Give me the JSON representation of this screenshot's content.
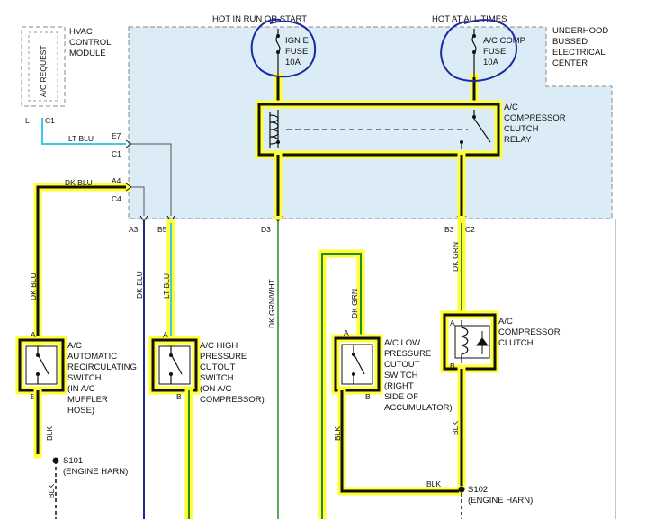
{
  "header": {
    "hot_run_start": "HOT IN RUN OR START",
    "hot_all_times": "HOT AT ALL TIMES"
  },
  "modules": {
    "hvac": {
      "name_lines": [
        "HVAC",
        "CONTROL",
        "MODULE"
      ],
      "ac_request": "A/C REQUEST",
      "pin_l": "L",
      "pin_c1": "C1"
    },
    "ubec": {
      "name_lines": [
        "UNDERHOOD",
        "BUSSED",
        "ELECTRICAL",
        "CENTER"
      ]
    }
  },
  "fuses": [
    {
      "name_lines": [
        "IGN E",
        "FUSE",
        "10A"
      ]
    },
    {
      "name_lines": [
        "A/C COMP",
        "FUSE",
        "10A"
      ]
    }
  ],
  "relay": {
    "name_lines": [
      "A/C",
      "COMPRESSOR",
      "CLUTCH",
      "RELAY"
    ]
  },
  "connectors": {
    "e7": "E7",
    "c1": "C1",
    "a4": "A4",
    "c4": "C4",
    "a3": "A3",
    "b5": "B5",
    "d3": "D3",
    "b3": "B3",
    "c2": "C2"
  },
  "wires": {
    "lt_blu": "LT BLU",
    "dk_blu": "DK BLU",
    "lt_blu_v": "LT BLU",
    "dk_grn_wht": "DK GRN/WHT",
    "dk_grn": "DK GRN",
    "blk": "BLK"
  },
  "switches": [
    {
      "name_lines": [
        "A/C",
        "AUTOMATIC",
        "RECIRCULATING",
        "SWITCH",
        "(IN A/C",
        "MUFFLER",
        "HOSE)"
      ],
      "pin_a": "A",
      "pin_b": "B"
    },
    {
      "name_lines": [
        "A/C HIGH",
        "PRESSURE",
        "CUTOUT",
        "SWITCH",
        "(ON A/C",
        "COMPRESSOR)"
      ],
      "pin_a": "A",
      "pin_b": "B"
    },
    {
      "name_lines": [
        "A/C LOW",
        "PRESSURE",
        "CUTOUT",
        "SWITCH",
        "(RIGHT",
        "SIDE OF",
        "ACCUMULATOR)"
      ],
      "pin_a": "A",
      "pin_b": "B"
    }
  ],
  "clutch": {
    "name_lines": [
      "A/C",
      "COMPRESSOR",
      "CLUTCH"
    ],
    "pin_a": "A",
    "pin_b": "B"
  },
  "splices": [
    {
      "name": "S101",
      "note": "(ENGINE HARN)"
    },
    {
      "name": "S102",
      "note": "(ENGINE HARN)"
    }
  ],
  "colors": {
    "highlight": "#ffff33",
    "ubec_fill": "#dcecf7",
    "lt_blu_wire": "#40c8e8",
    "dk_blu_wire": "#1a2a8a",
    "green_wire": "#2a8a2a",
    "pen_circle": "#1a2aa0"
  }
}
